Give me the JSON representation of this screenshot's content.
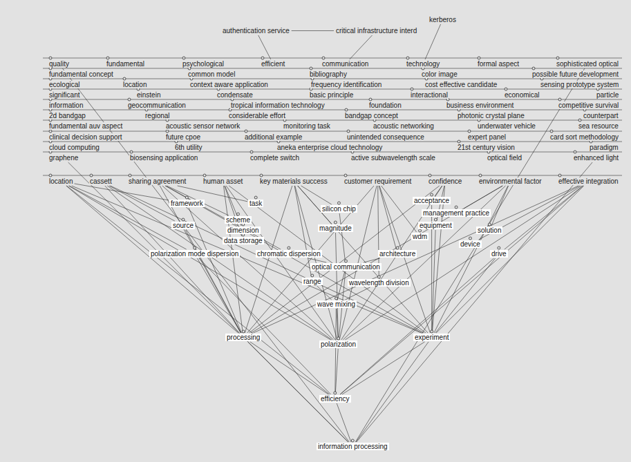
{
  "diagram": {
    "nodes": [
      {
        "text": [
          "authentication service"
        ]
      },
      {
        "text": [
          "critical infrastructure interd"
        ]
      },
      {
        "text": [
          "kerberos"
        ]
      },
      {
        "text": [
          "quality"
        ]
      },
      {
        "text": [
          "fundamental"
        ]
      },
      {
        "text": [
          "psychological"
        ]
      },
      {
        "text": [
          "efficient"
        ]
      },
      {
        "text": [
          "communication"
        ]
      },
      {
        "text": [
          "technology"
        ]
      },
      {
        "text": [
          "formal aspect"
        ]
      },
      {
        "text": [
          "sophisticated optical"
        ]
      },
      {
        "text": [
          "fundamental concept"
        ]
      },
      {
        "text": [
          "common model"
        ]
      },
      {
        "text": [
          "bibliography"
        ]
      },
      {
        "text": [
          "color image"
        ]
      },
      {
        "text": [
          "possible future development"
        ]
      },
      {
        "text": [
          "ecological"
        ]
      },
      {
        "text": [
          "location"
        ]
      },
      {
        "text": [
          "context aware application"
        ]
      },
      {
        "text": [
          "frequency identification"
        ]
      },
      {
        "text": [
          "cost effective candidate"
        ]
      },
      {
        "text": [
          "sensing prototype system"
        ]
      },
      {
        "text": [
          "significant"
        ]
      },
      {
        "text": [
          "einstein"
        ]
      },
      {
        "text": [
          "condensate"
        ]
      },
      {
        "text": [
          "basic principle"
        ]
      },
      {
        "text": [
          "interactional"
        ]
      },
      {
        "text": [
          "economical"
        ]
      },
      {
        "text": [
          "particle"
        ]
      },
      {
        "text": [
          "information"
        ]
      },
      {
        "text": [
          "geocommunication"
        ]
      },
      {
        "text": [
          "tropical information technology"
        ]
      },
      {
        "text": [
          "foundation"
        ]
      },
      {
        "text": [
          "business environment"
        ]
      },
      {
        "text": [
          "competitive survival"
        ]
      },
      {
        "text": [
          "2d bandgap"
        ]
      },
      {
        "text": [
          "regional"
        ]
      },
      {
        "text": [
          "considerable effort"
        ]
      },
      {
        "text": [
          "bandgap concept"
        ]
      },
      {
        "text": [
          "photonic crystal plane"
        ]
      },
      {
        "text": [
          "counterpart"
        ]
      },
      {
        "text": [
          "fundamental auv aspect"
        ]
      },
      {
        "text": [
          "acoustic sensor network"
        ]
      },
      {
        "text": [
          "monitoring task"
        ]
      },
      {
        "text": [
          "acoustic networking"
        ]
      },
      {
        "text": [
          "underwater vehicle"
        ]
      },
      {
        "text": [
          "sea resource"
        ]
      },
      {
        "text": [
          "clinical decision support"
        ]
      },
      {
        "text": [
          "future cpoe"
        ]
      },
      {
        "text": [
          "additional example"
        ]
      },
      {
        "text": [
          "unintended consequence"
        ]
      },
      {
        "text": [
          "expert panel"
        ]
      },
      {
        "text": [
          "card sort methodology"
        ]
      },
      {
        "text": [
          "cloud computing"
        ]
      },
      {
        "text": [
          "6th utility"
        ]
      },
      {
        "text": [
          "aneka enterprise cloud technology"
        ]
      },
      {
        "text": [
          "21st century vision"
        ]
      },
      {
        "text": [
          "paradigm"
        ]
      },
      {
        "text": [
          "graphene"
        ]
      },
      {
        "text": [
          "biosensing application"
        ]
      },
      {
        "text": [
          "complete switch"
        ]
      },
      {
        "text": [
          "active subwavelength scale"
        ]
      },
      {
        "text": [
          "optical field"
        ]
      },
      {
        "text": [
          "enhanced light"
        ]
      },
      {
        "text": [
          "location"
        ]
      },
      {
        "text": [
          "cassett"
        ]
      },
      {
        "text": [
          "sharing agreement"
        ]
      },
      {
        "text": [
          "human asset"
        ]
      },
      {
        "text": [
          "key materials success"
        ]
      },
      {
        "text": [
          "customer requirement"
        ]
      },
      {
        "text": [
          "confidence"
        ]
      },
      {
        "text": [
          "environmental factor"
        ]
      },
      {
        "text": [
          "effective integration"
        ]
      },
      {
        "text": [
          "framework"
        ]
      },
      {
        "text": [
          "task"
        ]
      },
      {
        "text": [
          "acceptance"
        ]
      },
      {
        "text": [
          "source"
        ]
      },
      {
        "text": [
          "scheme"
        ]
      },
      {
        "text": [
          "dimension"
        ]
      },
      {
        "text": [
          "data storage"
        ]
      },
      {
        "text": [
          "magnitude"
        ]
      },
      {
        "text": [
          "silicon chip"
        ]
      },
      {
        "text": [
          "management practice"
        ]
      },
      {
        "text": [
          "equipment"
        ]
      },
      {
        "text": [
          "wdm"
        ]
      },
      {
        "text": [
          "solution"
        ]
      },
      {
        "text": [
          "device"
        ]
      },
      {
        "text": [
          "polarization mode dispersion"
        ]
      },
      {
        "text": [
          "chromatic dispersion"
        ]
      },
      {
        "text": [
          "optical communication"
        ]
      },
      {
        "text": [
          "architecture"
        ]
      },
      {
        "text": [
          "drive"
        ]
      },
      {
        "text": [
          "range"
        ]
      },
      {
        "text": [
          "wavelength division"
        ]
      },
      {
        "text": [
          "wave mixing"
        ]
      },
      {
        "text": [
          "processing"
        ]
      },
      {
        "text": [
          "polarization"
        ]
      },
      {
        "text": [
          "experiment"
        ]
      },
      {
        "text": [
          "efficiency"
        ]
      },
      {
        "text": [
          "information processing"
        ]
      }
    ],
    "edges": [
      {
        "from": 0,
        "to": 1,
        "arrow": "none"
      },
      {
        "from": 0,
        "to": 6,
        "arrow": "none"
      },
      {
        "from": 1,
        "to": 7,
        "arrow": "none"
      },
      {
        "from": 2,
        "to": 8,
        "arrow": "none"
      },
      {
        "from": 64,
        "to": 95,
        "arrow": "none"
      },
      {
        "from": 65,
        "to": 95,
        "arrow": "none"
      },
      {
        "from": 66,
        "to": 95,
        "arrow": "none"
      },
      {
        "from": 67,
        "to": 95,
        "arrow": "none"
      },
      {
        "from": 68,
        "to": 95,
        "arrow": "none"
      },
      {
        "from": 69,
        "to": 95,
        "arrow": "none"
      },
      {
        "from": 70,
        "to": 95,
        "arrow": "none"
      },
      {
        "from": 71,
        "to": 95,
        "arrow": "none"
      },
      {
        "from": 72,
        "to": 95,
        "arrow": "none"
      },
      {
        "from": 73,
        "to": 95,
        "arrow": "none"
      },
      {
        "from": 76,
        "to": 95,
        "arrow": "none"
      },
      {
        "from": 87,
        "to": 95,
        "arrow": "none"
      },
      {
        "from": 64,
        "to": 96,
        "arrow": "none"
      },
      {
        "from": 65,
        "to": 96,
        "arrow": "none"
      },
      {
        "from": 66,
        "to": 96,
        "arrow": "none"
      },
      {
        "from": 67,
        "to": 96,
        "arrow": "none"
      },
      {
        "from": 68,
        "to": 96,
        "arrow": "none"
      },
      {
        "from": 69,
        "to": 96,
        "arrow": "none"
      },
      {
        "from": 70,
        "to": 96,
        "arrow": "none"
      },
      {
        "from": 71,
        "to": 96,
        "arrow": "none"
      },
      {
        "from": 72,
        "to": 96,
        "arrow": "none"
      },
      {
        "from": 80,
        "to": 96,
        "arrow": "none"
      },
      {
        "from": 89,
        "to": 96,
        "arrow": "none"
      },
      {
        "from": 94,
        "to": 96,
        "arrow": "none"
      },
      {
        "from": 64,
        "to": 97,
        "arrow": "none"
      },
      {
        "from": 65,
        "to": 97,
        "arrow": "none"
      },
      {
        "from": 66,
        "to": 97,
        "arrow": "none"
      },
      {
        "from": 67,
        "to": 97,
        "arrow": "none"
      },
      {
        "from": 68,
        "to": 97,
        "arrow": "none"
      },
      {
        "from": 69,
        "to": 97,
        "arrow": "none"
      },
      {
        "from": 70,
        "to": 97,
        "arrow": "none"
      },
      {
        "from": 71,
        "to": 97,
        "arrow": "none"
      },
      {
        "from": 72,
        "to": 97,
        "arrow": "none"
      },
      {
        "from": 75,
        "to": 97,
        "arrow": "none"
      },
      {
        "from": 83,
        "to": 97,
        "arrow": "none"
      },
      {
        "from": 91,
        "to": 97,
        "arrow": "none"
      },
      {
        "from": 95,
        "to": 98,
        "arrow": "none"
      },
      {
        "from": 96,
        "to": 98,
        "arrow": "none"
      },
      {
        "from": 97,
        "to": 98,
        "arrow": "none"
      },
      {
        "from": 94,
        "to": 98,
        "arrow": "none"
      },
      {
        "from": 64,
        "to": 98,
        "arrow": "none"
      },
      {
        "from": 72,
        "to": 98,
        "arrow": "none"
      },
      {
        "from": 87,
        "to": 98,
        "arrow": "none"
      },
      {
        "from": 91,
        "to": 98,
        "arrow": "none"
      },
      {
        "from": 98,
        "to": 99,
        "arrow": "none"
      },
      {
        "from": 95,
        "to": 99,
        "arrow": "none"
      },
      {
        "from": 97,
        "to": 99,
        "arrow": "none"
      },
      {
        "from": 3,
        "to": 99,
        "arrow": "none"
      },
      {
        "from": 10,
        "to": 99,
        "arrow": "none"
      },
      {
        "from": 58,
        "to": 99,
        "arrow": "none"
      },
      {
        "from": 63,
        "to": 99,
        "arrow": "none"
      },
      {
        "from": 92,
        "to": 94,
        "arrow": "none"
      },
      {
        "from": 93,
        "to": 94,
        "arrow": "none"
      },
      {
        "from": 89,
        "to": 94,
        "arrow": "none"
      },
      {
        "from": 88,
        "to": 89,
        "arrow": "none"
      },
      {
        "from": 90,
        "to": 89,
        "arrow": "none"
      },
      {
        "from": 81,
        "to": 89,
        "arrow": "none"
      },
      {
        "from": 64,
        "to": 73,
        "arrow": "none"
      },
      {
        "from": 66,
        "to": 74,
        "arrow": "none"
      },
      {
        "from": 70,
        "to": 75,
        "arrow": "none"
      },
      {
        "from": 65,
        "to": 76,
        "arrow": "none"
      },
      {
        "from": 66,
        "to": 77,
        "arrow": "none"
      },
      {
        "from": 67,
        "to": 78,
        "arrow": "none"
      },
      {
        "from": 67,
        "to": 79,
        "arrow": "none"
      },
      {
        "from": 68,
        "to": 80,
        "arrow": "none"
      },
      {
        "from": 68,
        "to": 81,
        "arrow": "none"
      },
      {
        "from": 71,
        "to": 82,
        "arrow": "none"
      },
      {
        "from": 70,
        "to": 83,
        "arrow": "none"
      },
      {
        "from": 69,
        "to": 84,
        "arrow": "none"
      },
      {
        "from": 71,
        "to": 85,
        "arrow": "none"
      },
      {
        "from": 72,
        "to": 86,
        "arrow": "none"
      },
      {
        "from": 64,
        "to": 87,
        "arrow": "none"
      },
      {
        "from": 66,
        "to": 88,
        "arrow": "none"
      },
      {
        "from": 69,
        "to": 90,
        "arrow": "none"
      },
      {
        "from": 72,
        "to": 91,
        "arrow": "none"
      },
      {
        "from": 68,
        "to": 92,
        "arrow": "none"
      },
      {
        "from": 69,
        "to": 93,
        "arrow": "none"
      }
    ]
  }
}
